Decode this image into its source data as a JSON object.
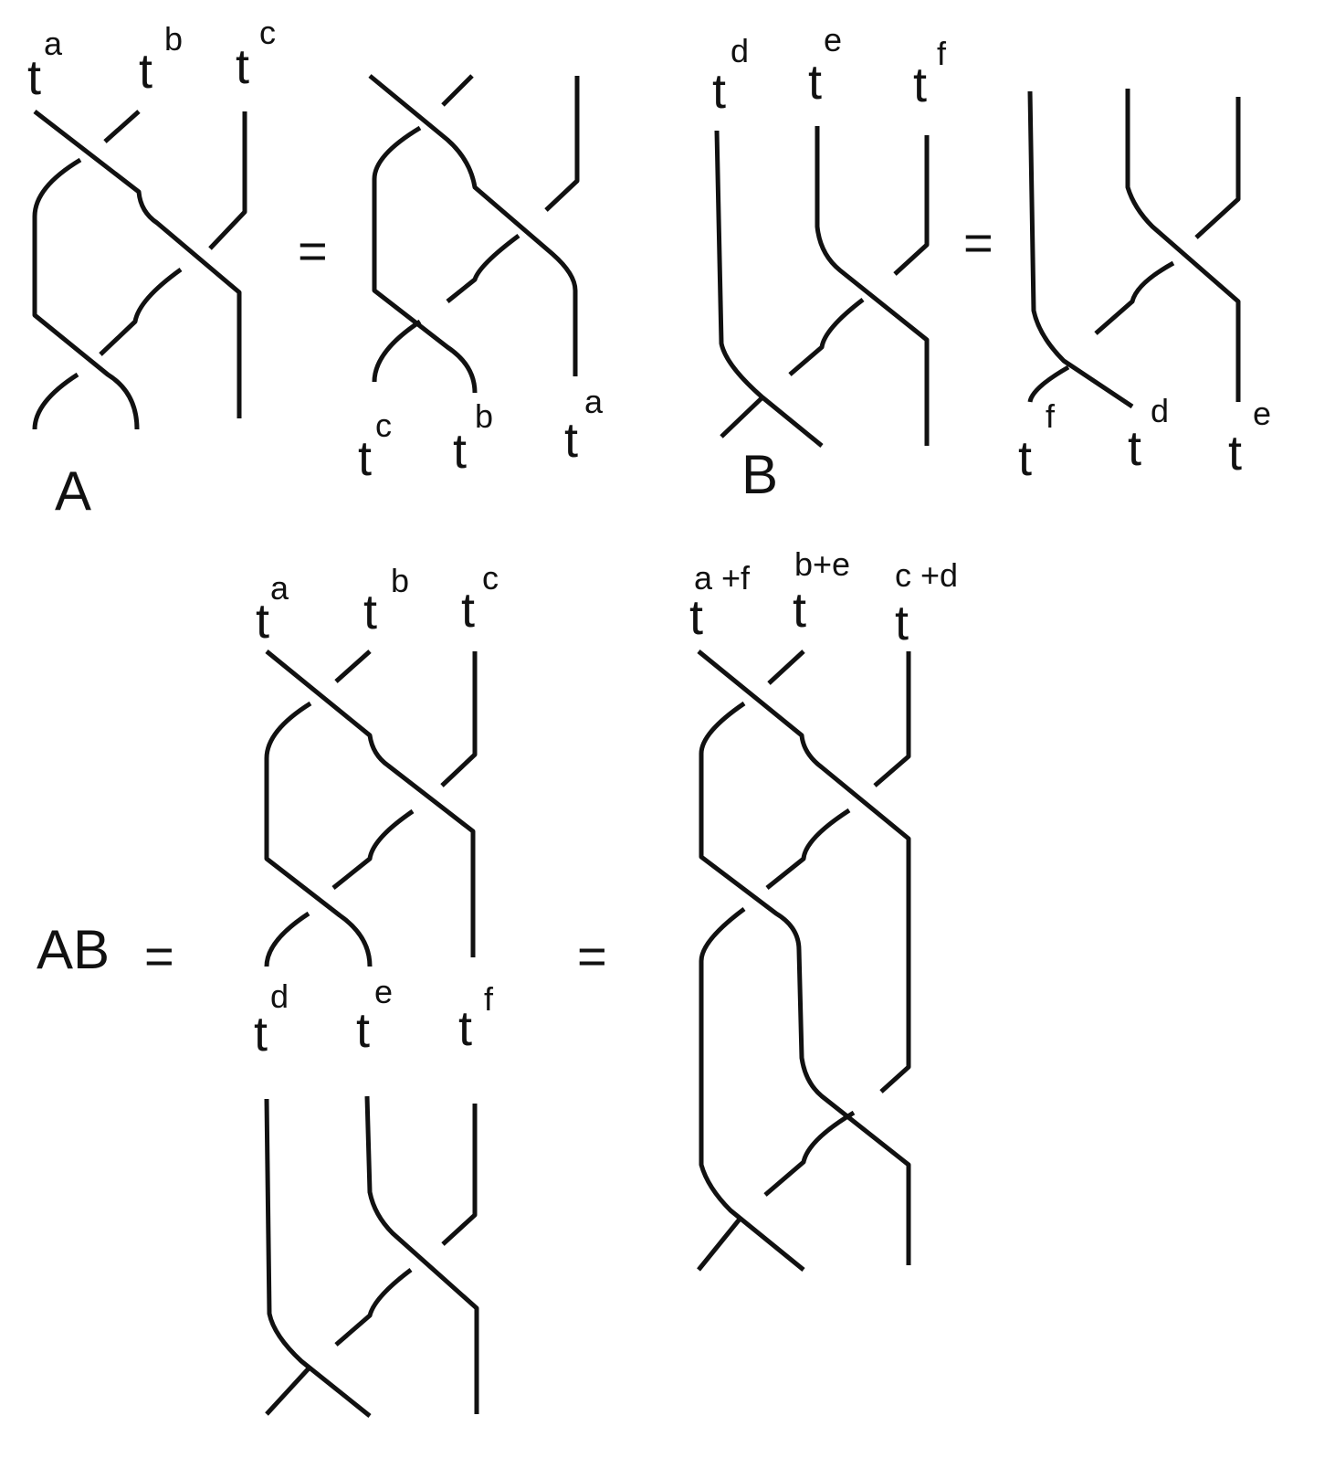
{
  "colors": {
    "ink": "#111111",
    "background": "#ffffff"
  },
  "panel_a": {
    "name": "A",
    "equals": "=",
    "left": {
      "top": {
        "base": [
          "t",
          "t",
          "t"
        ],
        "exp": [
          "a",
          "b",
          "c"
        ]
      }
    },
    "right": {
      "bottom": {
        "base": [
          "t",
          "t",
          "t"
        ],
        "exp": [
          "c",
          "b",
          "a"
        ]
      }
    }
  },
  "panel_b": {
    "name": "B",
    "equals": "=",
    "left": {
      "top": {
        "base": [
          "t",
          "t",
          "t"
        ],
        "exp": [
          "d",
          "e",
          "f"
        ]
      }
    },
    "right": {
      "bottom": {
        "base": [
          "t",
          "t",
          "t"
        ],
        "exp": [
          "f",
          "d",
          "e"
        ]
      }
    }
  },
  "panel_ab": {
    "name": "AB",
    "equals_left": "=",
    "equals_right": "=",
    "stack": {
      "top": {
        "base": [
          "t",
          "t",
          "t"
        ],
        "exp": [
          "a",
          "b",
          "c"
        ]
      },
      "middle": {
        "base": [
          "t",
          "t",
          "t"
        ],
        "exp": [
          "d",
          "e",
          "f"
        ]
      }
    },
    "result": {
      "top": {
        "base": [
          "t",
          "t",
          "t"
        ],
        "exp": [
          "a +f",
          "b+e",
          "c +d"
        ]
      }
    }
  }
}
